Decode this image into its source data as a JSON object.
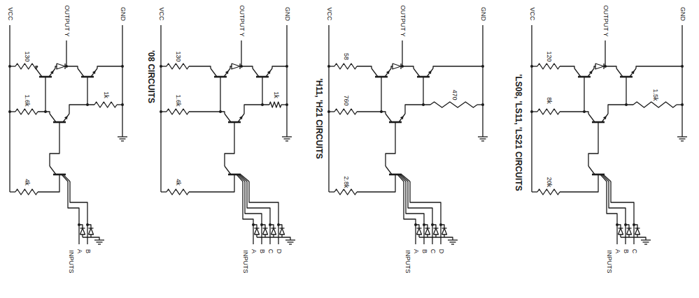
{
  "diagram": {
    "labels": [
      "VCC",
      "OUTPUT Y",
      "GND",
      "130",
      "1.6k",
      "1k",
      "4k",
      "INPUTS",
      "A",
      "B",
      "'08 CIRCUITS",
      "VCC",
      "OUTPUT Y",
      "GND",
      "130",
      "1.6k",
      "1k",
      "4k",
      "INPUTS",
      "A",
      "B",
      "C",
      "D",
      "'H11, 'H21 CIRCUITS",
      "VCC",
      "OUTPUT Y",
      "GND",
      "58",
      "760",
      "470",
      "2.8k",
      "INPUTS",
      "A",
      "B",
      "C",
      "D",
      "'LS08, 'LS11, 'LS21 CIRCUITS",
      "VCC",
      "OUTPUT Y",
      "GND",
      "120",
      "8k",
      "1.5k",
      "20k",
      "INPUTS",
      "A",
      "B",
      "C"
    ]
  }
}
